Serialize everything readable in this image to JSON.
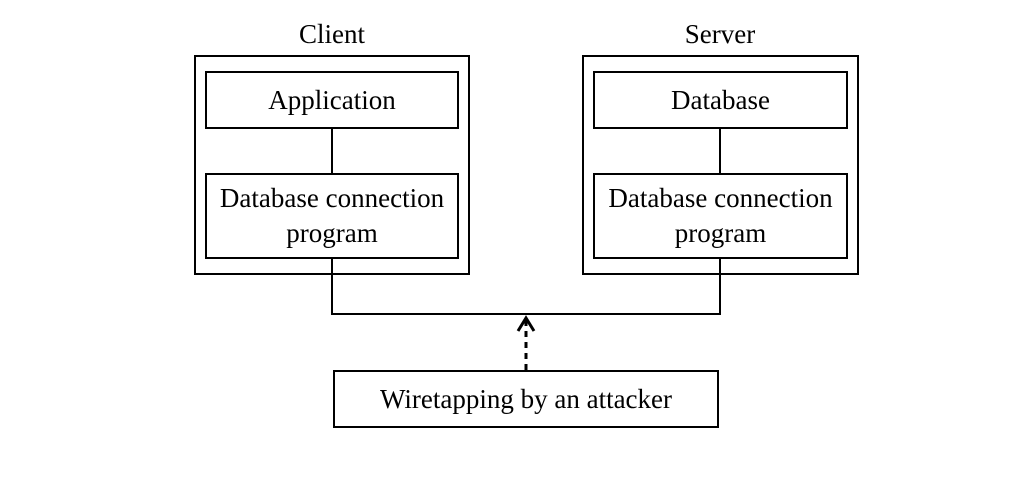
{
  "client": {
    "title": "Client",
    "top_box": "Application",
    "bottom_box": "Database connection\nprogram"
  },
  "server": {
    "title": "Server",
    "top_box": "Database",
    "bottom_box": "Database connection\nprogram"
  },
  "attacker": {
    "label": "Wiretapping by an attacker"
  }
}
